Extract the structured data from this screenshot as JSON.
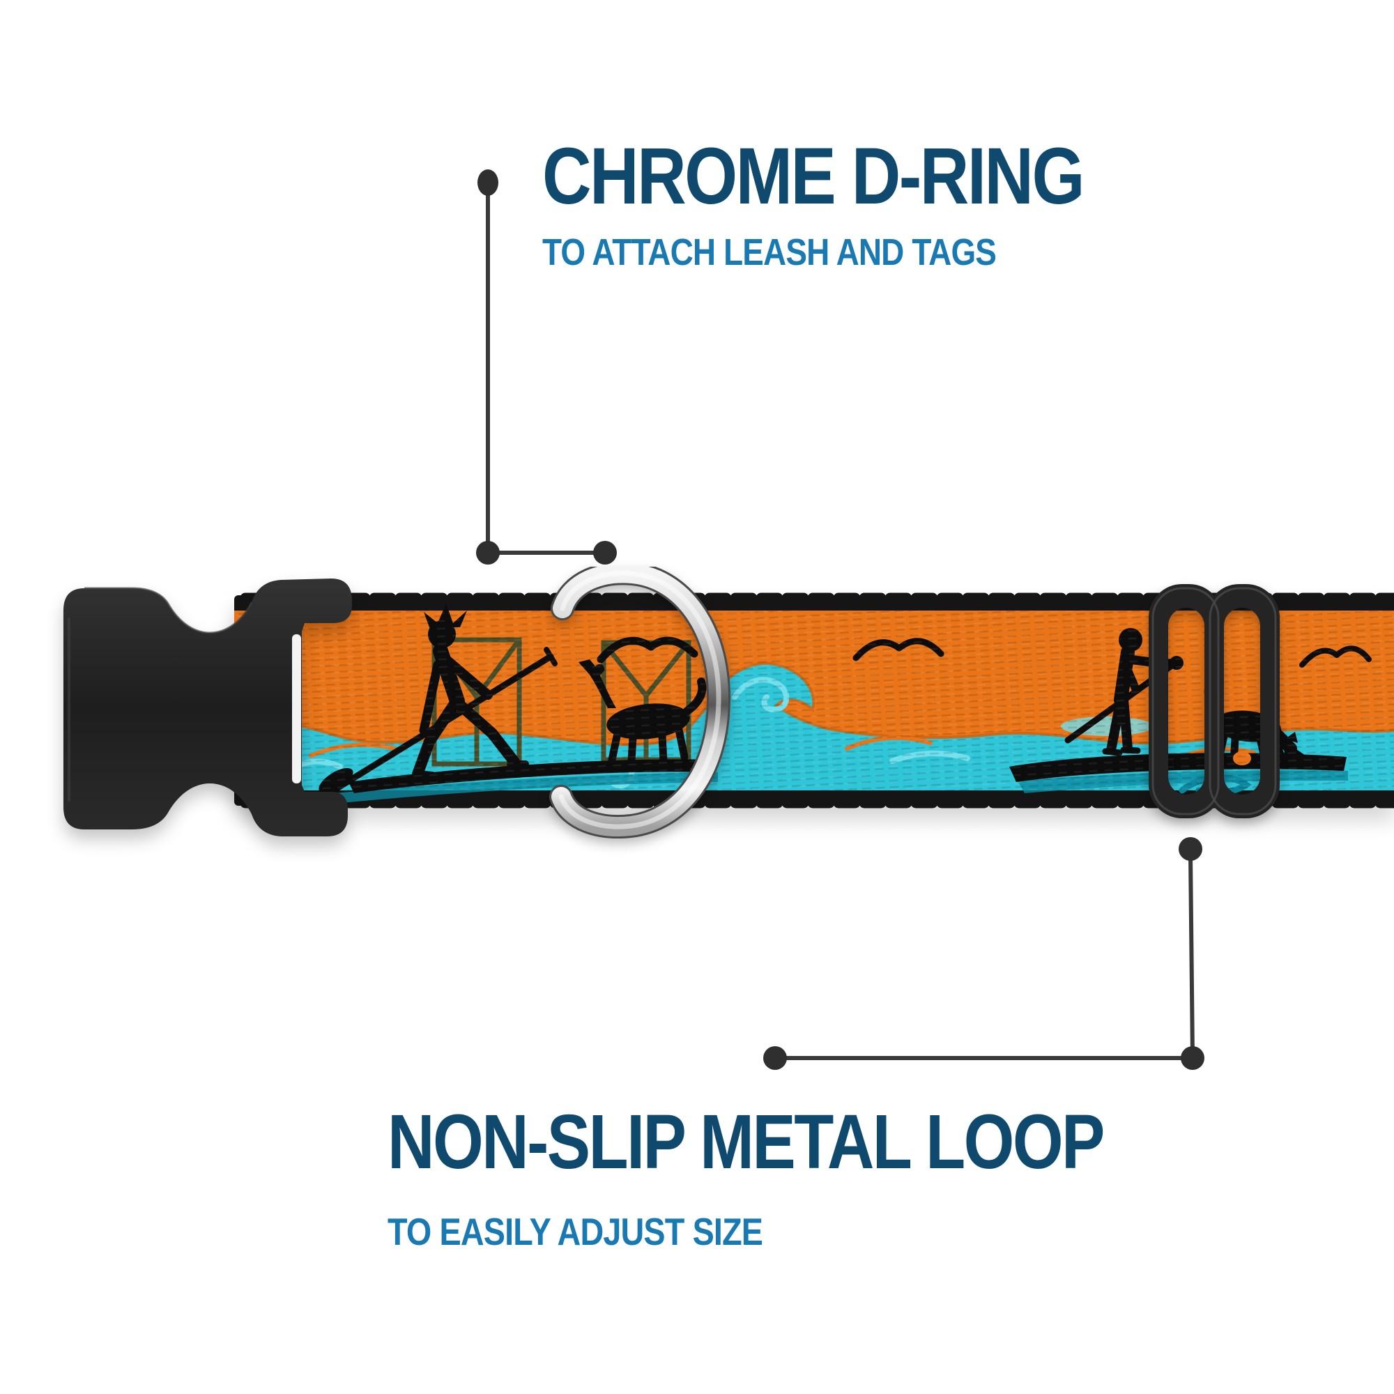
{
  "annotations": {
    "top": {
      "title": "CHROME D-RING",
      "subtitle": "TO ATTACH LEASH AND TAGS"
    },
    "bottom": {
      "title": "NON-SLIP METAL LOOP",
      "subtitle": "TO EASILY ADJUST SIZE"
    }
  },
  "scene": {
    "parts": [
      {
        "name": "side-release-buckle"
      },
      {
        "name": "chrome-d-ring"
      },
      {
        "name": "non-slip-metal-loop"
      },
      {
        "name": "printed-collar-webbing"
      }
    ],
    "pattern_motifs": [
      "paddleboarder-lunging-silhouette",
      "howling-dog-silhouette",
      "standing-paddleboarder-silhouette",
      "sniffing-dog-silhouette",
      "seagull-silhouettes",
      "teal-wave-swirls",
      "picture-frame-outlines"
    ]
  },
  "colors": {
    "title-navy": "#0f4a6e",
    "subtitle-blue": "#1979b3",
    "callout-line": "#3a3a3a",
    "callout-dot": "#2f2f2f",
    "collar-orange": "#ea7519",
    "collar-orange-deep": "#d2610c",
    "water-teal": "#2fc6d8",
    "water-teal-light": "#72dfec",
    "water-teal-dark": "#0c89a0",
    "silhouette": "#0d0d0d",
    "webbing-black": "#151515",
    "frame-olive": "#4a4f2a",
    "buckle-black": "#242424",
    "buckle-edge": "#3e3e3e",
    "chrome-light": "#f4f4f4",
    "chrome-mid": "#8e8e8e",
    "chrome-dark": "#565656",
    "slot-white": "#ffffff",
    "background": "#ffffff"
  }
}
